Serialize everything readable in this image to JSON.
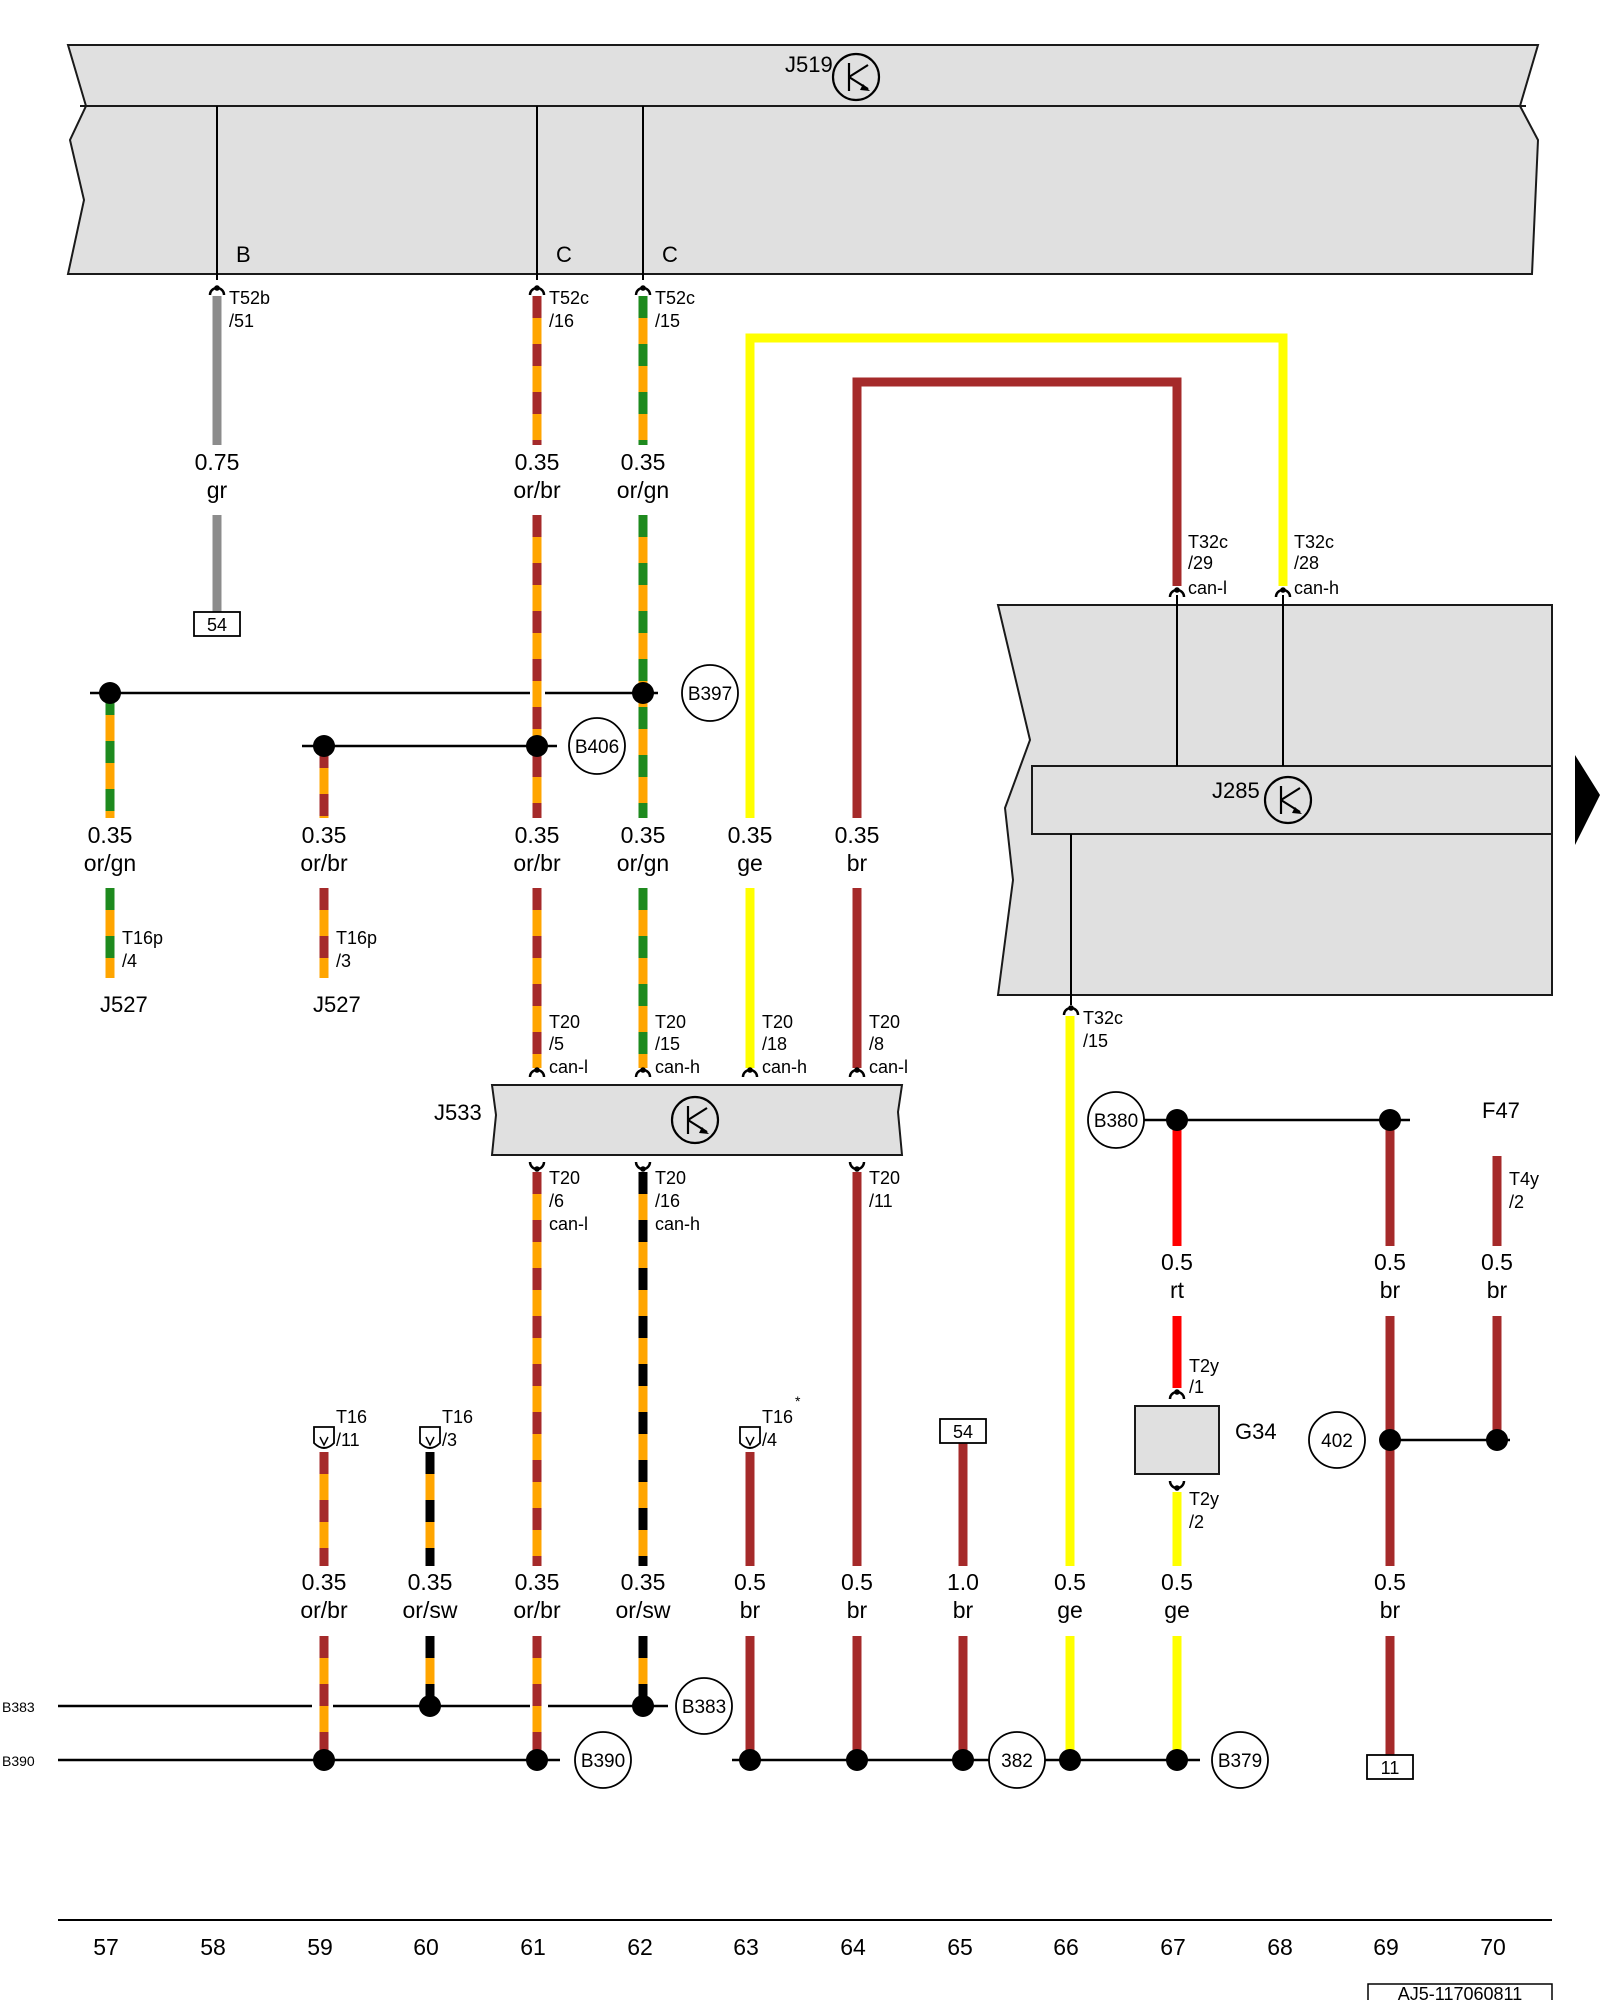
{
  "colors": {
    "gr": "#8c8c8c",
    "or": "#ffa500",
    "br": "#a52a2a",
    "gn": "#1e8a1e",
    "ge": "#ffff00",
    "rt": "#ff0000",
    "sw": "#000000",
    "unit_fill": "#e0e0e0"
  },
  "components": {
    "j519": "J519",
    "j285": "J285",
    "j533": "J533",
    "g34": "G34",
    "j527_a": "J527",
    "j527_b": "J527",
    "f47": "F47"
  },
  "pins": {
    "j519_b": "B",
    "j519_c1": "C",
    "j519_c2": "C",
    "t52b_51": [
      "T52b",
      "/51"
    ],
    "t52c_16": [
      "T52c",
      "/16"
    ],
    "t52c_15": [
      "T52c",
      "/15"
    ],
    "t32c_29": [
      "T32c",
      "/29",
      "can-l"
    ],
    "t32c_28": [
      "T32c",
      "/28",
      "can-h"
    ],
    "t32c_15": [
      "T32c",
      "/15"
    ],
    "t16p_4": [
      "T16p",
      "/4"
    ],
    "t16p_3": [
      "T16p",
      "/3"
    ],
    "t20_5": [
      "T20",
      "/5",
      "can-l"
    ],
    "t20_15": [
      "T20",
      "/15",
      "can-h"
    ],
    "t20_18": [
      "T20",
      "/18",
      "can-h"
    ],
    "t20_8": [
      "T20",
      "/8",
      "can-l"
    ],
    "t20_6": [
      "T20",
      "/6",
      "can-l"
    ],
    "t20_16": [
      "T20",
      "/16",
      "can-h"
    ],
    "t20_11": [
      "T20",
      "/11"
    ],
    "t16_11": [
      "T16",
      "/11"
    ],
    "t16_3": [
      "T16",
      "/3"
    ],
    "t16_4": [
      "T16",
      "/4",
      "*"
    ],
    "t2y_1": [
      "T2y",
      "/1"
    ],
    "t2y_2": [
      "T2y",
      "/2"
    ],
    "t4y_2": [
      "T4y",
      "/2"
    ]
  },
  "wire_labels": {
    "w58": [
      "0.75",
      "gr"
    ],
    "w61_top": [
      "0.35",
      "or/br"
    ],
    "w62_top": [
      "0.35",
      "or/gn"
    ],
    "w57": [
      "0.35",
      "or/gn"
    ],
    "w59": [
      "0.35",
      "or/br"
    ],
    "w61_mid": [
      "0.35",
      "or/br"
    ],
    "w62_mid": [
      "0.35",
      "or/gn"
    ],
    "w63_mid": [
      "0.35",
      "ge"
    ],
    "w64_mid": [
      "0.35",
      "br"
    ],
    "w67_top": [
      "0.5",
      "rt"
    ],
    "w69_top": [
      "0.5",
      "br"
    ],
    "w70_top": [
      "0.5",
      "br"
    ],
    "w59_bot": [
      "0.35",
      "or/br"
    ],
    "w60_bot": [
      "0.35",
      "or/sw"
    ],
    "w61_bot": [
      "0.35",
      "or/br"
    ],
    "w62_bot": [
      "0.35",
      "or/sw"
    ],
    "w63_bot": [
      "0.5",
      "br"
    ],
    "w64_bot": [
      "0.5",
      "br"
    ],
    "w65_bot": [
      "1.0",
      "br"
    ],
    "w66_bot": [
      "0.5",
      "ge"
    ],
    "w67_bot": [
      "0.5",
      "ge"
    ],
    "w69_bot": [
      "0.5",
      "br"
    ]
  },
  "nodes": {
    "b397": "B397",
    "b406": "B406",
    "b380": "B380",
    "n402": "402",
    "b383": "B383",
    "b390": "B390",
    "n382": "382",
    "b379": "B379"
  },
  "left_refs": {
    "b383": "B383",
    "b390": "B390"
  },
  "boxes": {
    "ref54_top": "54",
    "ref54_bot": "54",
    "ref11": "11"
  },
  "columns": [
    "57",
    "58",
    "59",
    "60",
    "61",
    "62",
    "63",
    "64",
    "65",
    "66",
    "67",
    "68",
    "69",
    "70"
  ],
  "drawing_id": "AJ5-117060811",
  "icons": {
    "control_unit_symbol": "ecu-icon",
    "continuation": "triangle-right-icon"
  }
}
